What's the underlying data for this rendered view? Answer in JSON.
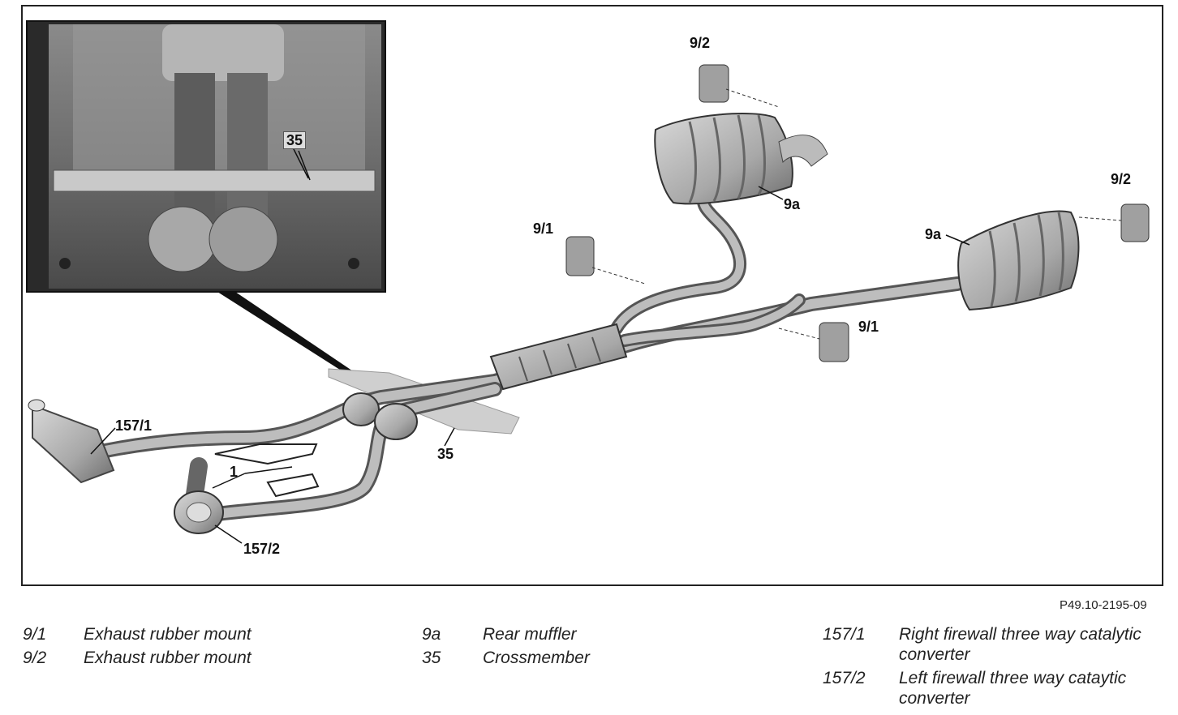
{
  "figure_id": "P49.10-2195-09",
  "callouts": {
    "inset_35": "35",
    "mount_9_2_top": "9/2",
    "muffler_9a_upper": "9a",
    "mount_9_1_left": "9/1",
    "mount_9_2_right": "9/2",
    "muffler_9a_right": "9a",
    "mount_9_1_right": "9/1",
    "cat_157_1": "157/1",
    "bracket_1": "1",
    "crossmember_35": "35",
    "cat_157_2": "157/2"
  },
  "legend": [
    {
      "code": "9/1",
      "desc": "Exhaust rubber mount"
    },
    {
      "code": "9/2",
      "desc": "Exhaust rubber mount"
    },
    {
      "code": "9a",
      "desc": "Rear muffler"
    },
    {
      "code": "35",
      "desc": "Crossmember"
    },
    {
      "code": "157/1",
      "desc": "Right firewall three way catalytic\nconverter"
    },
    {
      "code": "157/2",
      "desc": "Left firewall three way cataytic\nconverter"
    }
  ]
}
